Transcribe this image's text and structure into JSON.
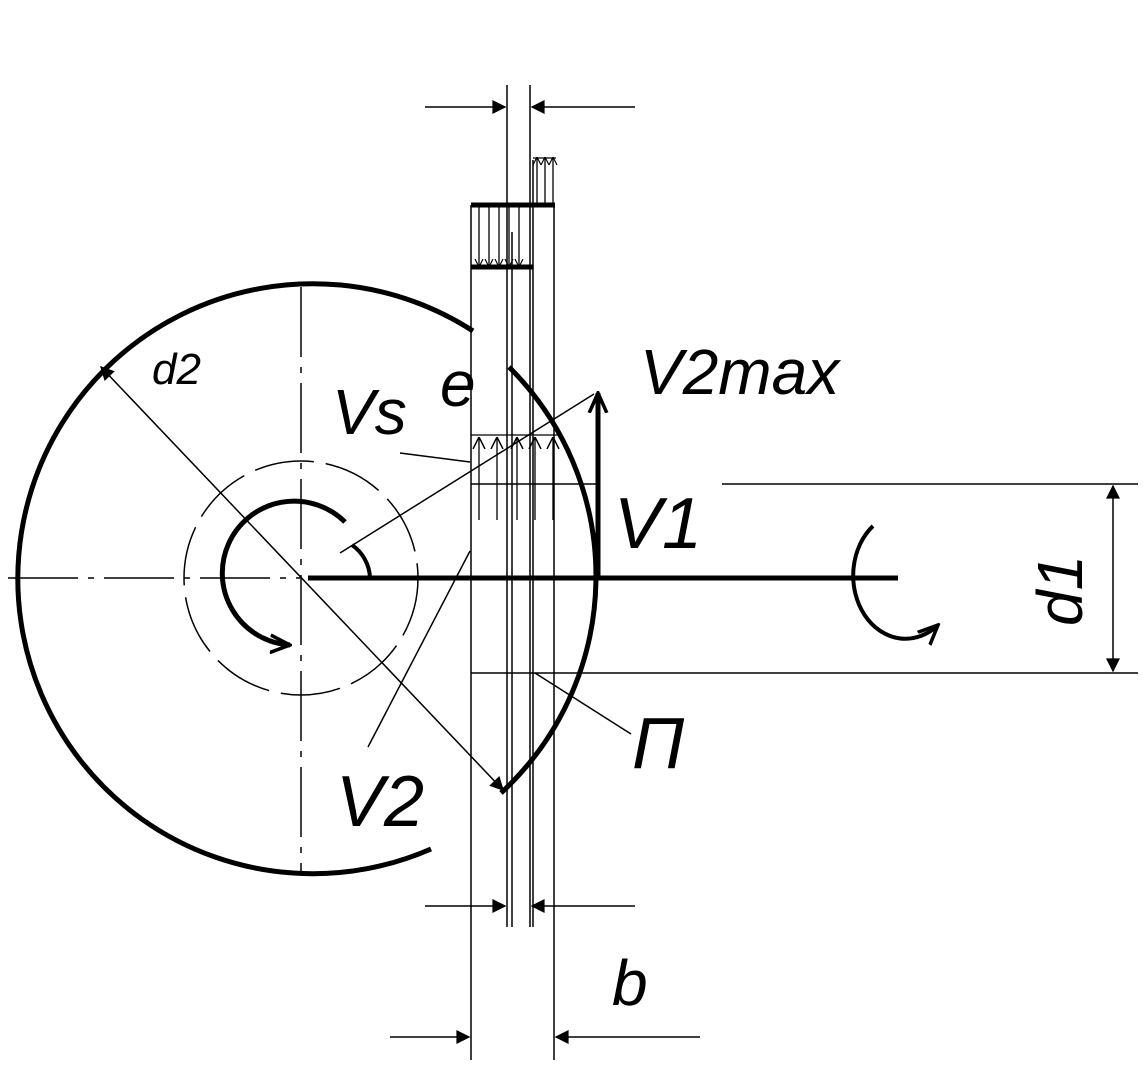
{
  "labels": {
    "d2": "d2",
    "vs": "Vs",
    "e": "e",
    "v2max": "V2max",
    "v1": "V1",
    "d1": "d1",
    "p": "П",
    "v2": "V2",
    "b": "b"
  },
  "colors": {
    "ink": "#000000",
    "background": "#ffffff"
  }
}
